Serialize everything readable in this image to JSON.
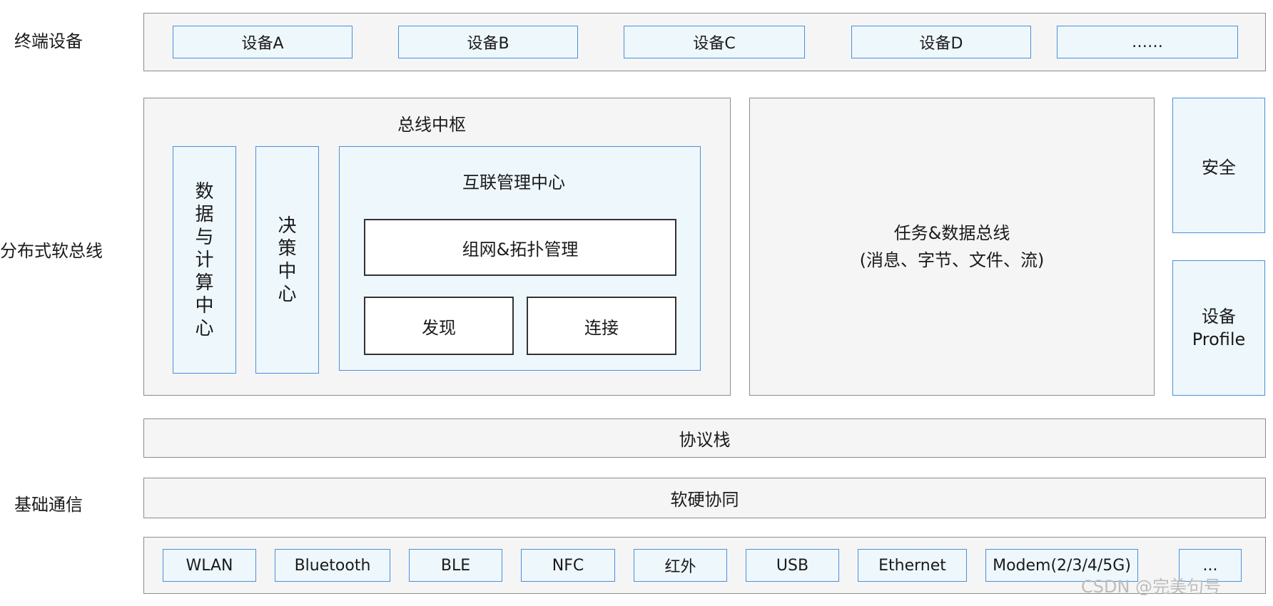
{
  "layers": {
    "terminal": "终端设备",
    "distributed": "分布式软总线",
    "basic": "基础通信"
  },
  "devices": [
    "设备A",
    "设备B",
    "设备C",
    "设备D",
    "……"
  ],
  "bus_hub": {
    "title": "总线中枢",
    "data_compute": [
      "数",
      "据",
      "与",
      "计",
      "算",
      "中",
      "心"
    ],
    "decision": [
      "决",
      "策",
      "中",
      "心"
    ],
    "interconnect": {
      "title": "互联管理中心",
      "networking": "组网&拓扑管理",
      "discovery": "发现",
      "connection": "连接"
    }
  },
  "task_bus": {
    "line1": "任务&数据总线",
    "line2": "(消息、字节、文件、流)"
  },
  "security": "安全",
  "device_profile": {
    "line1": "设备",
    "line2": "Profile"
  },
  "protocol_stack": "协议栈",
  "hw_sw": "软硬协同",
  "comm_items": [
    "WLAN",
    "Bluetooth",
    "BLE",
    "NFC",
    "红外",
    "USB",
    "Ethernet",
    "Modem(2/3/4/5G)",
    "..."
  ],
  "watermark": "CSDN @完美句号",
  "colors": {
    "gray_fill": "#f5f5f5",
    "blue_fill": "#eef7fc",
    "blue_border": "#4a90d9"
  }
}
